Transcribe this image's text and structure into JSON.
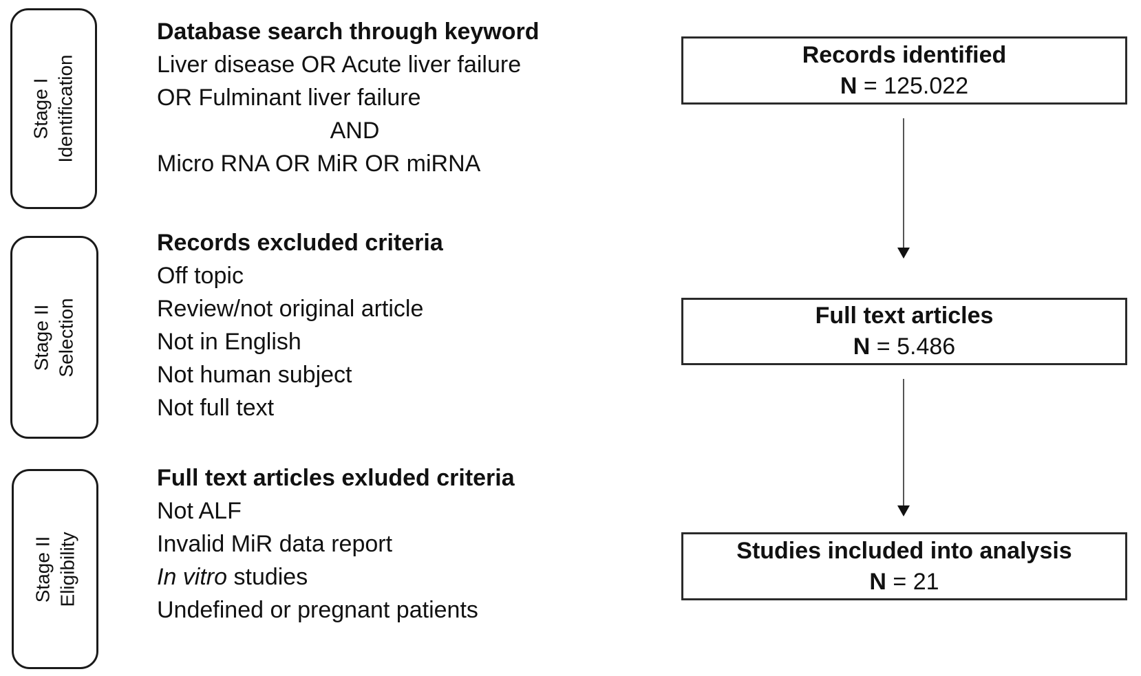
{
  "stages": [
    {
      "line1": "Stage I",
      "line2": "Identification"
    },
    {
      "line1": "Stage II",
      "line2": "Selection"
    },
    {
      "line1": "Stage II",
      "line2": "Eligibility"
    }
  ],
  "criteria": {
    "search": {
      "title": "Database search through keyword",
      "line1": "Liver disease OR Acute liver failure",
      "line2": "OR Fulminant liver failure",
      "operator": "AND",
      "line3": "Micro RNA OR MiR OR miRNA"
    },
    "selection": {
      "title": "Records excluded criteria",
      "line1": "Off topic",
      "line2": "Review/not original article",
      "line3": "Not in English",
      "line4": "Not human subject",
      "line5": "Not full text"
    },
    "eligibility": {
      "title": "Full text articles exluded criteria",
      "line1": "Not ALF",
      "line2": "Invalid MiR data report",
      "line3_italic": "In vitro",
      "line3_rest": " studies",
      "line4": "Undefined or pregnant patients"
    }
  },
  "flow": {
    "box1": {
      "title": "Records identified",
      "n_label": "N",
      "n_value": " = 125.022"
    },
    "box2": {
      "title": "Full text articles",
      "n_label": "N",
      "n_value": " = 5.486"
    },
    "box3": {
      "title": "Studies included into analysis",
      "n_label": "N",
      "n_value": " = 21"
    }
  }
}
